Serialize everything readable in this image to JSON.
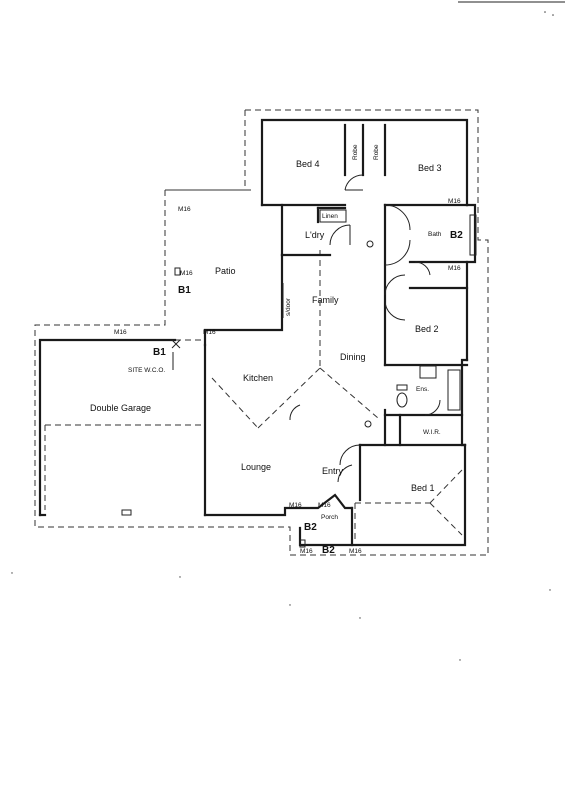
{
  "rooms": {
    "bed4": "Bed 4",
    "bed3": "Bed 3",
    "robe_a": "Robe",
    "robe_b": "Robe",
    "linen": "Linen",
    "ldry": "L'dry",
    "bath": "Bath",
    "patio": "Patio",
    "family": "Family",
    "bed2": "Bed 2",
    "dining": "Dining",
    "ens": "Ens.",
    "wir": "W.I.R.",
    "kitchen": "Kitchen",
    "double_garage": "Double Garage",
    "lounge": "Lounge",
    "entry": "Entry",
    "bed1": "Bed 1",
    "porch": "Porch",
    "s_door": "s/door"
  },
  "markers": {
    "m16": "M16",
    "b1": "B1",
    "b2": "B2",
    "site_wc": "SITE W.C.O."
  }
}
